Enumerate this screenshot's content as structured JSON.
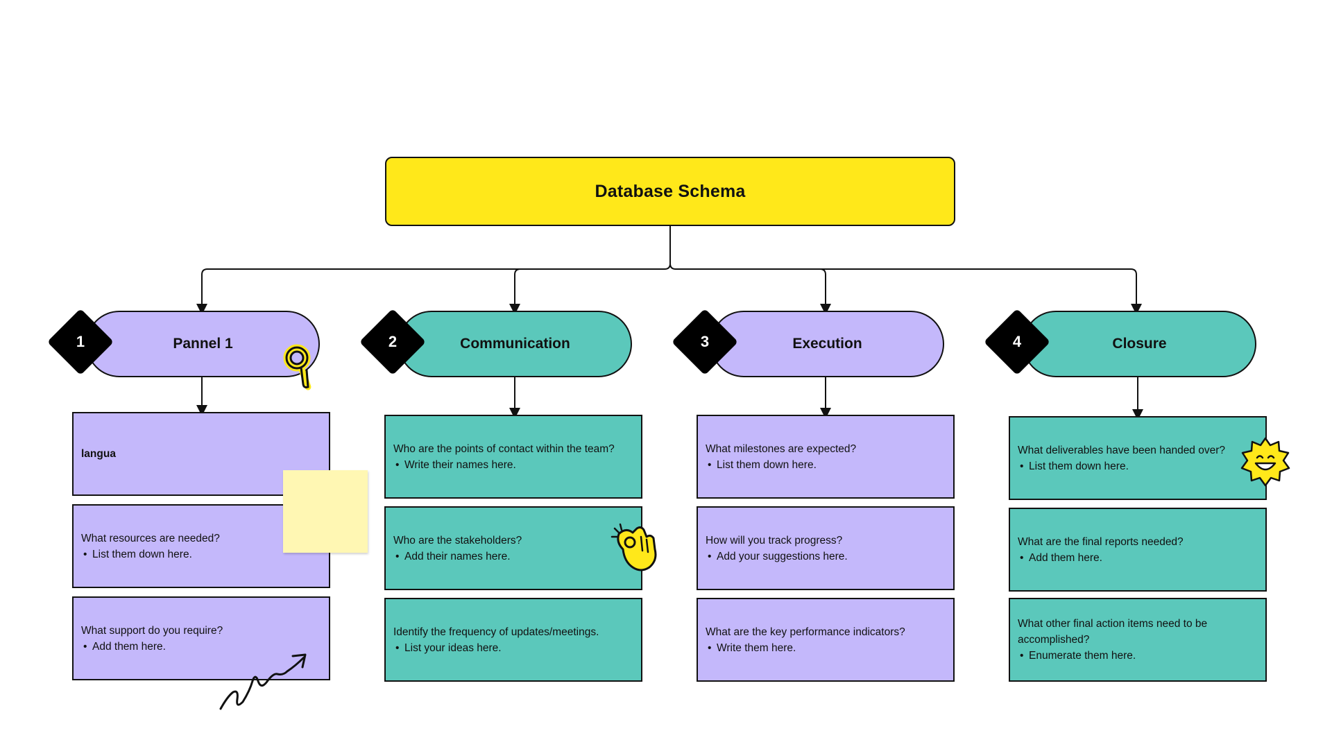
{
  "title": "Database Schema",
  "colors": {
    "root": "#ffe81a",
    "purple": "#c4b8fb",
    "teal": "#5bc8bb",
    "badge": "#000000",
    "sticky_note": "#fff7b3",
    "sticker_yellow": "#ffe81a"
  },
  "branches": [
    {
      "number": "1",
      "label": "Pannel 1",
      "color": "purple",
      "cards": [
        {
          "question": "langua",
          "bullet": ""
        },
        {
          "question": "What resources are needed?",
          "bullet": "List them down here."
        },
        {
          "question": "What support do you require?",
          "bullet": "Add them here."
        }
      ]
    },
    {
      "number": "2",
      "label": "Communication",
      "color": "teal",
      "cards": [
        {
          "question": "Who are the points of contact within the team?",
          "bullet": "Write their names here."
        },
        {
          "question": "Who are the stakeholders?",
          "bullet": "Add their names here."
        },
        {
          "question": "Identify the frequency of updates/meetings.",
          "bullet": "List your ideas here."
        }
      ]
    },
    {
      "number": "3",
      "label": "Execution",
      "color": "purple",
      "cards": [
        {
          "question": "What milestones are expected?",
          "bullet": "List them down here."
        },
        {
          "question": "How will you track progress?",
          "bullet": "Add your suggestions here."
        },
        {
          "question": "What are the key performance indicators?",
          "bullet": "Write them here."
        }
      ]
    },
    {
      "number": "4",
      "label": "Closure",
      "color": "teal",
      "cards": [
        {
          "question": "What deliverables have been handed over?",
          "bullet": "List them down here."
        },
        {
          "question": "What are the final reports needed?",
          "bullet": "Add them here."
        },
        {
          "question": "What other final action items need to be accomplished?",
          "bullet": "Enumerate them here."
        }
      ]
    }
  ],
  "stickers": {
    "magnifier": "magnifying-glass-icon",
    "ok_hand": "ok-hand-icon",
    "smiley": "smiley-sun-icon",
    "squiggle": "squiggle-arrow-icon"
  }
}
